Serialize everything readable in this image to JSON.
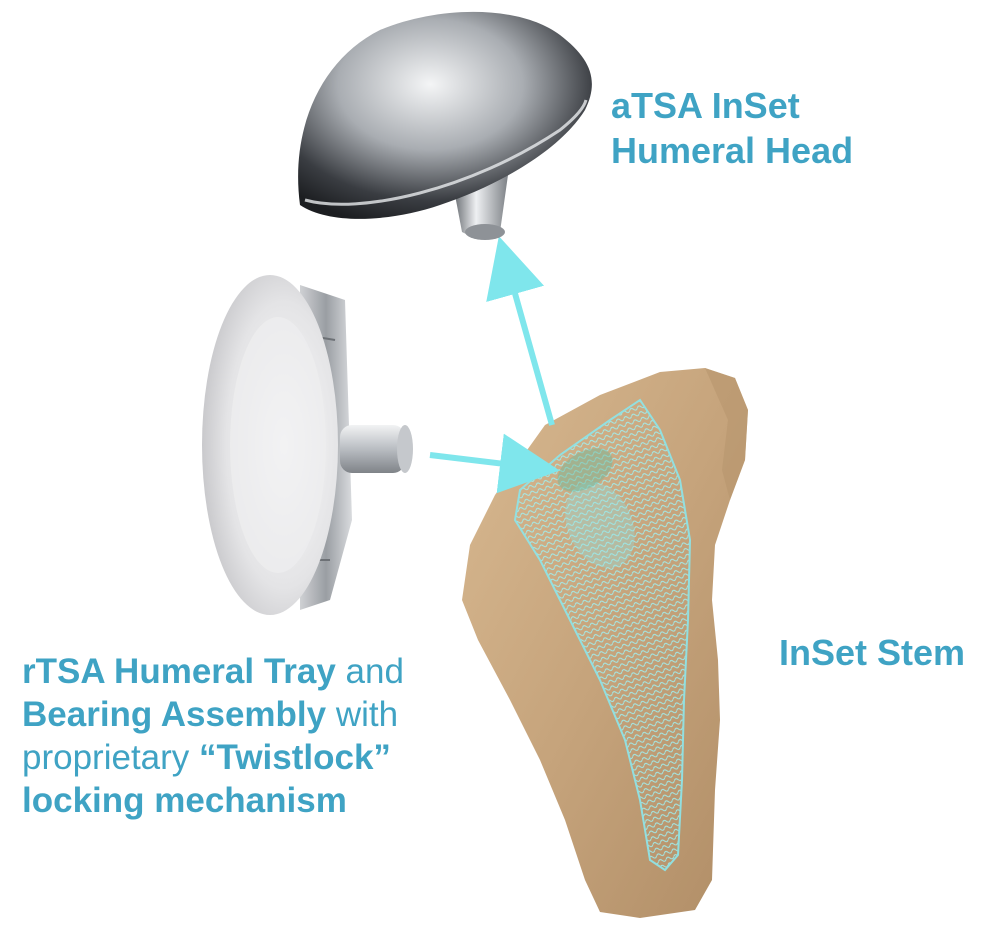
{
  "labels": {
    "head": {
      "line1": "aTSA InSet",
      "line2": "Humeral Head"
    },
    "stem": "InSet Stem",
    "tray": {
      "l1_bold": "rTSA Humeral Tray",
      "l1_normal": " and",
      "l2_bold": "Bearing Assembly",
      "l2_normal": " with",
      "l3_normal": "proprietary ",
      "l3_bold": "“Twistlock”",
      "l4_bold": "locking mechanism"
    }
  },
  "colors": {
    "label": "#3fa3c4",
    "arrow": "#7fe6ec",
    "bone": "#c7a67f",
    "stem_mesh": "#8fe3e6",
    "metal": "#b8bcc2",
    "tray_face": "#e6e6e8"
  }
}
